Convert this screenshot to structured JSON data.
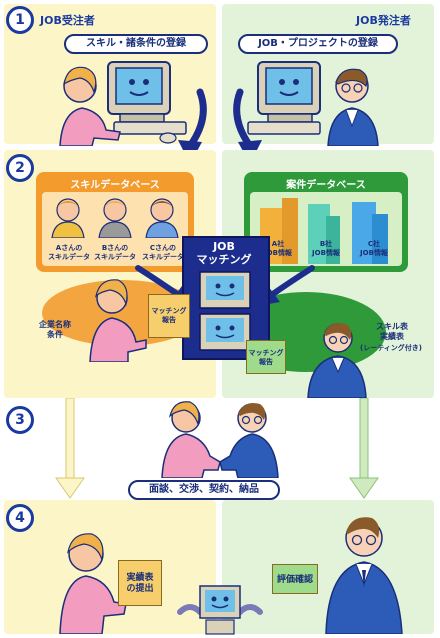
{
  "steps": [
    "1",
    "2",
    "3",
    "4"
  ],
  "step1": {
    "left_header": "JOB受注者",
    "right_header": "JOB発注者",
    "left_pill": "スキル・諸条件の登録",
    "right_pill": "JOB・プロジェクトの登録"
  },
  "step2": {
    "skill_db_title": "スキルデータベース",
    "project_db_title": "案件データベース",
    "skill_persons": [
      "Aさんの\nスキルデータ",
      "Bさんの\nスキルデータ",
      "Cさんの\nスキルデータ"
    ],
    "companies": [
      "A社\nJOB情報",
      "B社\nJOB情報",
      "C社\nJOB情報"
    ],
    "matching_title": "JOB\nマッチング",
    "left_report": "マッチング\n報告",
    "right_report": "マッチング\n報告",
    "left_label": "企業名称\n条件",
    "right_label": "スキル表\n実績表",
    "right_sublabel": "(レーティング付き)"
  },
  "step3": {
    "pill": "面談、交渉、契約、納品"
  },
  "step4": {
    "left_note": "実績表\nの提出",
    "right_note": "評価確認"
  },
  "colors": {
    "accent_navy": "#1c2d8e",
    "skill_db": "#f39c2d",
    "project_db": "#2f9a3a",
    "panel_yellow": "#fbf5c8",
    "panel_green": "#e3f3d9"
  }
}
